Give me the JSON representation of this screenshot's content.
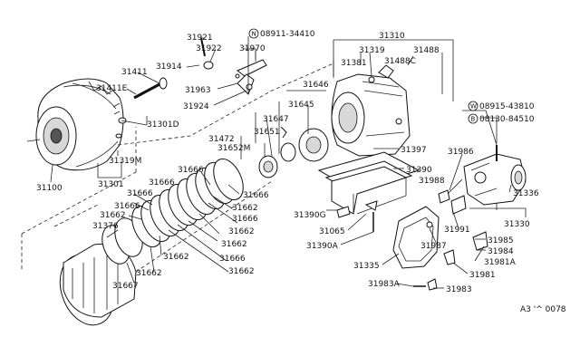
{
  "labels": {
    "p31921": "31921",
    "p31922": "31922",
    "p31914": "31914",
    "p31970": "31970",
    "n_prefix": "N",
    "p08911": "08911-34410",
    "p31963": "31963",
    "p31924": "31924",
    "p31411": "31411",
    "p31411e": "31411E",
    "p31301d": "31301D",
    "p31319m": "31319M",
    "p31301": "31301",
    "p31100": "31100",
    "p31310": "31310",
    "p31319": "31319",
    "p31488": "31488",
    "p31381": "31381",
    "p31488c": "31488C",
    "p31646": "31646",
    "p31645": "31645",
    "p31647": "31647",
    "p31651": "31651",
    "p31472": "31472",
    "p31652m": "31652M",
    "p31397": "31397",
    "p31390": "31390",
    "w_prefix": "W",
    "p08915": "08915-43810",
    "b_prefix": "B",
    "p08130": "08130-84510",
    "p31986": "31986",
    "p31988": "31988",
    "p31336": "31336",
    "p31330": "31330",
    "p31991": "31991",
    "p31985": "31985",
    "p31984": "31984",
    "p31981a": "31981A",
    "p31981": "31981",
    "p31983": "31983",
    "p31983a": "31983A",
    "p31987": "31987",
    "p31335": "31335",
    "p31390a": "31390A",
    "p31065": "31065",
    "p31390g": "31390G",
    "p31666_a": "31666",
    "p31666_b": "31666",
    "p31666_c": "31666",
    "p31666_d": "31666",
    "p31666_e": "31666",
    "p31666_f": "31666",
    "p31662_a": "31662",
    "p31662_b": "31662",
    "p31662_c": "31662",
    "p31662_d": "31662",
    "p31662_e": "31662",
    "p31662_f": "31662",
    "p31662_g": "31662",
    "p31376": "31376",
    "p31667": "31667",
    "ref_code": "A3 '^ 0078"
  }
}
